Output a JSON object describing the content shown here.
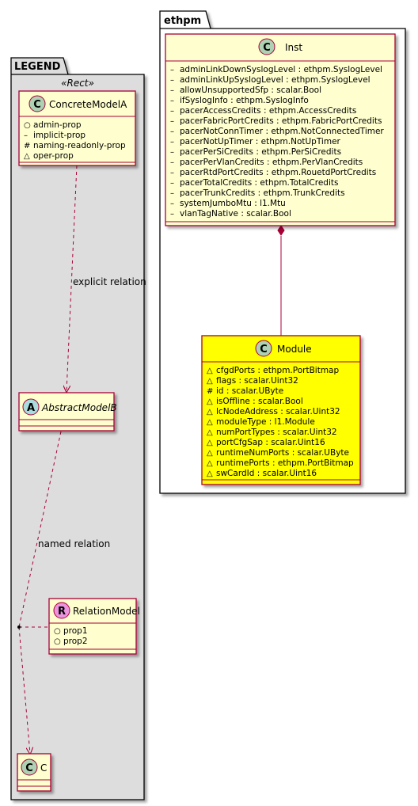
{
  "colors": {
    "class_fill": "#FEFECE",
    "class_border": "#A80036",
    "highlight_fill": "#FFFF00",
    "legend_fill": "#DDDDDD",
    "class_circle": "#ADD1B2",
    "abstract_circle": "#A9DCDF",
    "relation_circle": "#EB93DF"
  },
  "packages": {
    "legend": {
      "title": "LEGEND",
      "stereotype": "«Rect»"
    },
    "ethpm": {
      "title": "ethpm"
    }
  },
  "classes": {
    "concrete": {
      "icon": "C",
      "name": "ConcreteModelA",
      "attrs": [
        {
          "vis": "○",
          "text": "admin-prop"
        },
        {
          "vis": "–",
          "text": "implicit-prop"
        },
        {
          "vis": "#",
          "text": "naming-readonly-prop"
        },
        {
          "vis": "△",
          "text": "oper-prop"
        }
      ]
    },
    "abstract": {
      "icon": "A",
      "name": "AbstractModelB"
    },
    "relation": {
      "icon": "R",
      "name": "RelationModel",
      "attrs": [
        {
          "vis": "○",
          "text": "prop1"
        },
        {
          "vis": "○",
          "text": "prop2"
        }
      ]
    },
    "c": {
      "icon": "C",
      "name": "C"
    },
    "inst": {
      "icon": "C",
      "name": "Inst",
      "attrs": [
        {
          "vis": "–",
          "text": "adminLinkDownSyslogLevel : ethpm.SyslogLevel"
        },
        {
          "vis": "–",
          "text": "adminLinkUpSyslogLevel : ethpm.SyslogLevel"
        },
        {
          "vis": "–",
          "text": "allowUnsupportedSfp : scalar.Bool"
        },
        {
          "vis": "–",
          "text": "ifSyslogInfo : ethpm.SyslogInfo"
        },
        {
          "vis": "–",
          "text": "pacerAccessCredits : ethpm.AccessCredits"
        },
        {
          "vis": "–",
          "text": "pacerFabricPortCredits : ethpm.FabricPortCredits"
        },
        {
          "vis": "–",
          "text": "pacerNotConnTimer : ethpm.NotConnectedTimer"
        },
        {
          "vis": "–",
          "text": "pacerNotUpTimer : ethpm.NotUpTimer"
        },
        {
          "vis": "–",
          "text": "pacerPerSiCredits : ethpm.PerSiCredits"
        },
        {
          "vis": "–",
          "text": "pacerPerVlanCredits : ethpm.PerVlanCredits"
        },
        {
          "vis": "–",
          "text": "pacerRtdPortCredits : ethpm.RouetdPortCredits"
        },
        {
          "vis": "–",
          "text": "pacerTotalCredits : ethpm.TotalCredits"
        },
        {
          "vis": "–",
          "text": "pacerTrunkCredits : ethpm.TrunkCredits"
        },
        {
          "vis": "–",
          "text": "systemJumboMtu : l1.Mtu"
        },
        {
          "vis": "–",
          "text": "vlanTagNative : scalar.Bool"
        }
      ]
    },
    "module": {
      "icon": "C",
      "name": "Module",
      "attrs": [
        {
          "vis": "△",
          "text": "cfgdPorts : ethpm.PortBitmap"
        },
        {
          "vis": "△",
          "text": "flags : scalar.Uint32"
        },
        {
          "vis": "#",
          "text": "id : scalar.UByte"
        },
        {
          "vis": "△",
          "text": "isOffline : scalar.Bool"
        },
        {
          "vis": "△",
          "text": "lcNodeAddress : scalar.Uint32"
        },
        {
          "vis": "△",
          "text": "moduleType : l1.Module"
        },
        {
          "vis": "△",
          "text": "numPortTypes : scalar.Uint32"
        },
        {
          "vis": "△",
          "text": "portCfgSap : scalar.Uint16"
        },
        {
          "vis": "△",
          "text": "runtimeNumPorts : scalar.UByte"
        },
        {
          "vis": "△",
          "text": "runtimePorts : ethpm.PortBitmap"
        },
        {
          "vis": "△",
          "text": "swCardId : scalar.Uint16"
        }
      ]
    }
  },
  "relations": {
    "explicit": "explicit relation",
    "named": "named relation"
  }
}
